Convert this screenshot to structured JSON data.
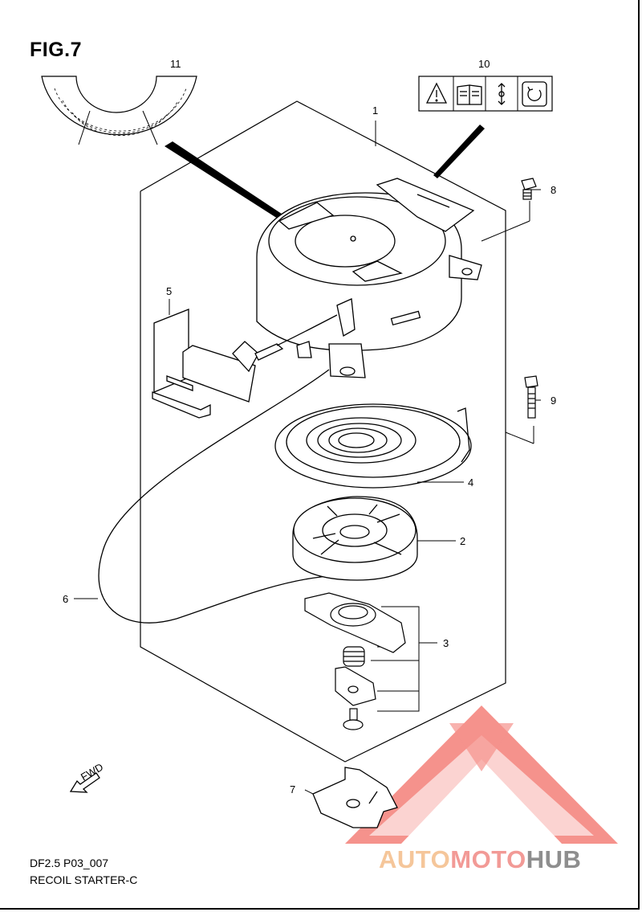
{
  "figure": {
    "title": "FIG.7",
    "code": "DF2.5 P03_007",
    "name": "RECOIL STARTER-C"
  },
  "callouts": [
    "1",
    "2",
    "3",
    "4",
    "5",
    "6",
    "7",
    "8",
    "9",
    "10",
    "11"
  ],
  "fwd_label": "FWD",
  "watermark": {
    "part1": "AUTO",
    "part2": "MOTO",
    "part3": "HUB",
    "colors": {
      "auto": "#f5c69a",
      "moto": "#f29a96",
      "hub": "#8e8e8e",
      "logo": "#f47f78"
    }
  },
  "icons": [
    "warning-triangle-icon",
    "manual-book-icon",
    "pull-direction-icon",
    "rotation-icon"
  ]
}
